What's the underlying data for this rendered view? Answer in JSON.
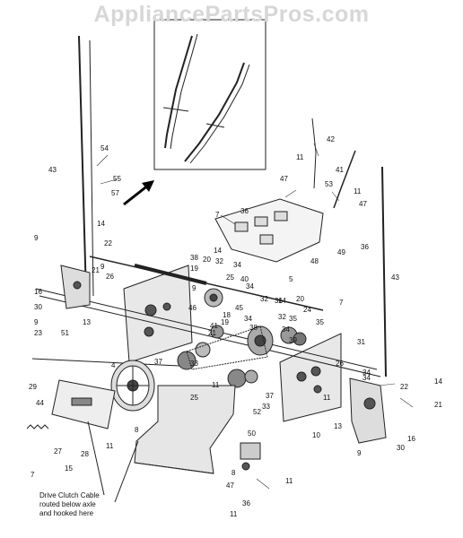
{
  "watermark": "AppliancePartsPros.com",
  "drive_clutch_note": [
    "Drive Clutch Cable",
    "routed below axle",
    "and hooked here"
  ],
  "callouts": [
    "54",
    "43",
    "55",
    "57",
    "14",
    "22",
    "9",
    "21",
    "26",
    "9",
    "16",
    "30",
    "9",
    "13",
    "51",
    "23",
    "29",
    "4",
    "44",
    "27",
    "28",
    "15",
    "7",
    "11",
    "42",
    "41",
    "47",
    "53",
    "11",
    "47",
    "36",
    "7",
    "49",
    "36",
    "14",
    "48",
    "38",
    "20",
    "19",
    "32",
    "25",
    "40",
    "34",
    "5",
    "9",
    "46",
    "18",
    "34",
    "32",
    "14",
    "20",
    "24",
    "34",
    "41",
    "45",
    "38",
    "21",
    "32",
    "34",
    "35",
    "39",
    "8",
    "37",
    "33",
    "11",
    "19",
    "31",
    "26",
    "34",
    "11",
    "37",
    "25",
    "33",
    "52",
    "22",
    "14",
    "21",
    "43",
    "10",
    "13",
    "16",
    "30",
    "9",
    "11",
    "50",
    "8",
    "47",
    "11",
    "36",
    "11",
    "7",
    "34",
    "36",
    "35"
  ]
}
